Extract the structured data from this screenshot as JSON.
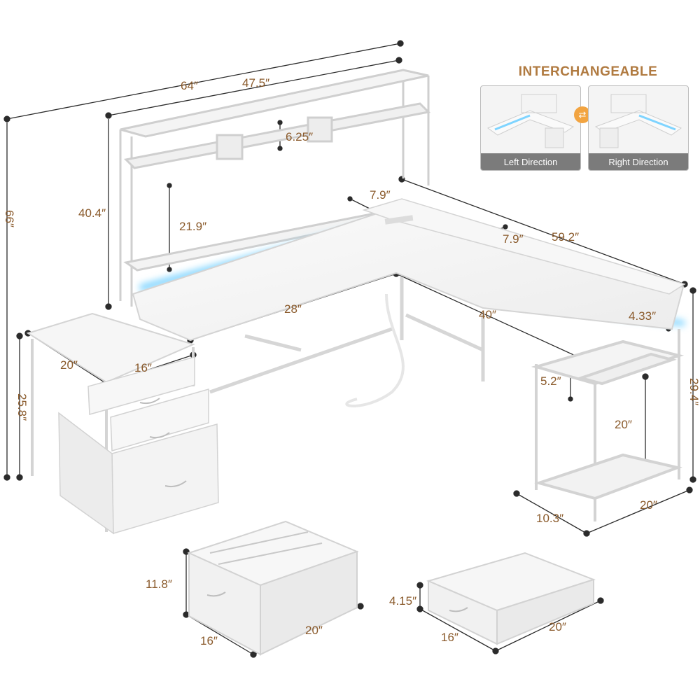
{
  "dimensions": {
    "total_width": "64″",
    "hutch_width": "47.5″",
    "total_height": "66″",
    "hutch_height": "40.4″",
    "shelf_height": "6.25″",
    "hutch_gap": "21.9″",
    "monitor_stand_depth_left": "7.9″",
    "monitor_stand_depth_right": "7.9″",
    "right_length": "59.2″",
    "left_desk_depth": "28″",
    "right_desk_depth": "40″",
    "stand_height": "4.33″",
    "cabinet_depth": "20″",
    "cabinet_width": "16″",
    "cabinet_height": "25.8″",
    "desk_height": "29.4″",
    "shelf_gap": "5.2″",
    "shelf_height_lower": "20″",
    "shelf_unit_width": "10.3″",
    "shelf_unit_depth": "20″",
    "file_drawer_height": "11.8″",
    "file_drawer_width": "16″",
    "file_drawer_depth": "20″",
    "drawer_height": "4.15″",
    "drawer_width": "16″",
    "drawer_depth": "20″"
  },
  "interchangeable": {
    "title": "INTERCHANGEABLE",
    "left_label": "Left Direction",
    "right_label": "Right Direction",
    "icon": "swap-icon"
  },
  "colors": {
    "dimension_text": "#8a5a2b",
    "title_text": "#b07a40",
    "led_glow": "#7fd4ff",
    "caption_bg": "#7b7b7b",
    "swap_icon": "#f2a441"
  }
}
